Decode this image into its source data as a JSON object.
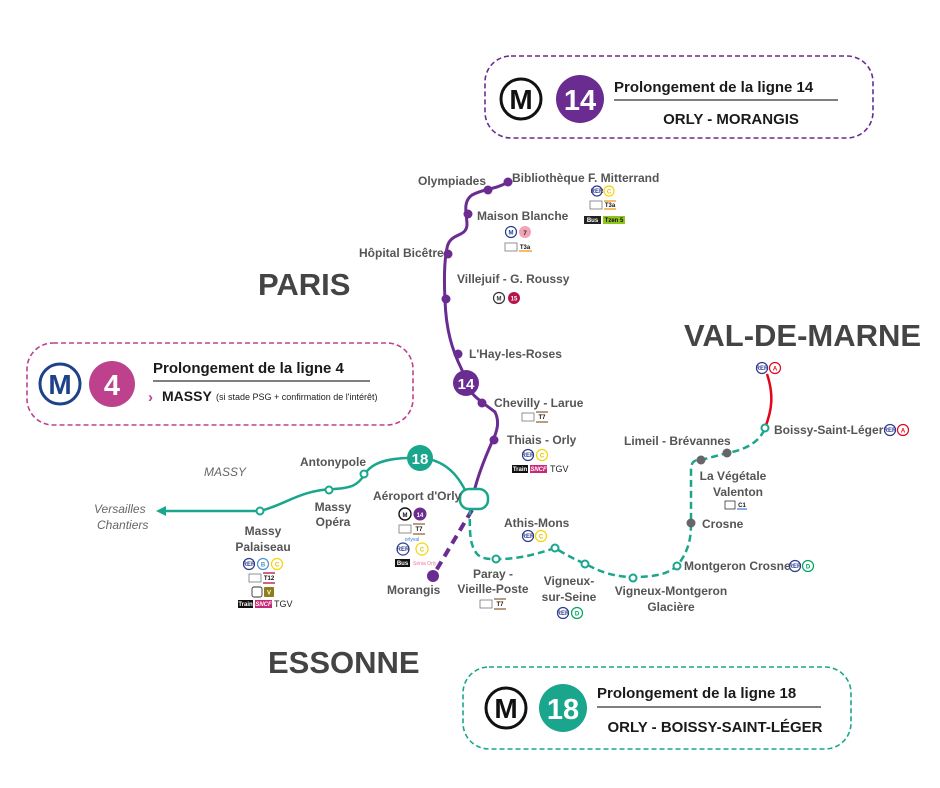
{
  "colors": {
    "line14": "#6b2c91",
    "line4": "#be418d",
    "line18": "#1aa68c",
    "rerA": "#e3051c",
    "rer_blue": "#2e3c8c",
    "rerC": "#f6d500",
    "rerD": "#00a55e",
    "station_grey": "#666666",
    "text": "#555555"
  },
  "regions": {
    "paris": "PARIS",
    "val_de_marne": "VAL-DE-MARNE",
    "essonne": "ESSONNE"
  },
  "legend_boxes": {
    "line14": {
      "metro_symbol": "M",
      "line_number": "14",
      "title": "Prolongement de la ligne 14",
      "subtitle": "ORLY - MORANGIS"
    },
    "line4": {
      "metro_symbol": "M",
      "line_number": "4",
      "title": "Prolongement de la ligne 4",
      "arrow": "›",
      "destination": "MASSY",
      "note": "(si stade PSG + confirmation de l'intérêt)"
    },
    "line18": {
      "metro_symbol": "M",
      "line_number": "18",
      "title": "Prolongement de la ligne 18",
      "subtitle": "ORLY - BOISSY-SAINT-LÉGER"
    }
  },
  "line_markers": {
    "l14": "14",
    "l18": "18"
  },
  "place_labels": {
    "massy": "MASSY",
    "versailles_1": "Versailles",
    "versailles_2": "Chantiers"
  },
  "stations": {
    "bibliotheque": "Bibliothèque F. Mitterrand",
    "olympiades": "Olympiades",
    "maison_blanche": "Maison Blanche",
    "hopital_bicetre": "Hôpital Bicêtre",
    "villejuif": "Villejuif - G. Roussy",
    "hay_les_roses": "L'Hay-les-Roses",
    "chevilly": "Chevilly - Larue",
    "thiais": "Thiais - Orly",
    "aeroport": "Aéroport d'Orly",
    "morangis": "Morangis",
    "antonypole": "Antonypole",
    "massy_opera_1": "Massy",
    "massy_opera_2": "Opéra",
    "massy_pal_1": "Massy",
    "massy_pal_2": "Palaiseau",
    "athis": "Athis-Mons",
    "paray_1": "Paray -",
    "paray_2": "Vieille-Poste",
    "vigneux_1": "Vigneux-",
    "vigneux_2": "sur-Seine",
    "vmg_1": "Vigneux-Montgeron",
    "vmg_2": "Glacière",
    "montgeron": "Montgeron Crosne",
    "crosne": "Crosne",
    "vegetale_1": "La Végétale",
    "vegetale_2": "Valenton",
    "limeil": "Limeil - Brévannes",
    "boissy": "Boissy-Saint-Léger"
  },
  "connection_badges": {
    "rer": "RER",
    "rer_a": "A",
    "rer_b": "B",
    "rer_c": "C",
    "rer_d": "D",
    "metro": "M",
    "m7": "7",
    "m14": "14",
    "m15": "15",
    "t3a": "T3a",
    "t7": "T7",
    "t12": "T12",
    "c1": "C1",
    "bus": "Bus",
    "tzen5": "Tzen 5",
    "train": "Train",
    "sncf": "SNCF",
    "tgv": "TGV",
    "tram_v": "V",
    "orlyval": "orlyval",
    "sinia": "Sénia Orly"
  }
}
